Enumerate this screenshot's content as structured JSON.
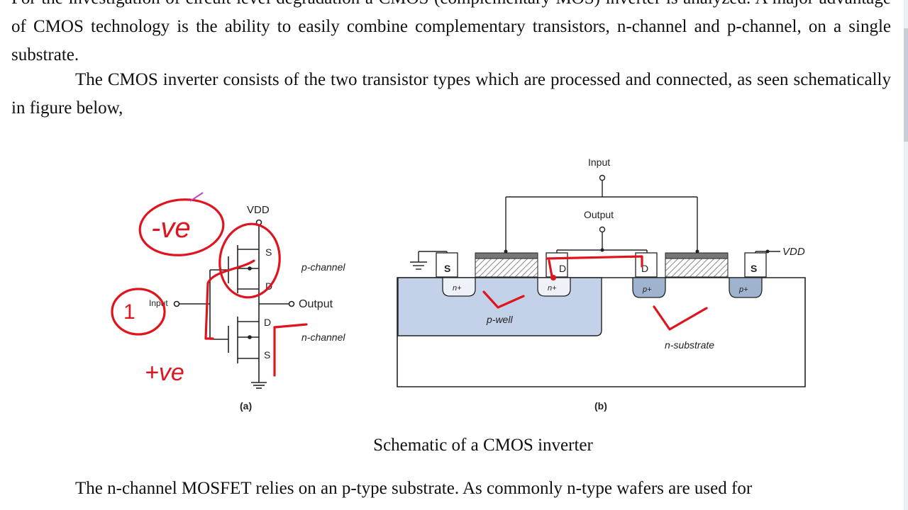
{
  "paragraphs": {
    "top_partial": "For the investigation of circuit level degradation a CMOS (complementary MOS) inverter is analyzed. A major advantage of CMOS technology is the ability to easily combine complementary transistors, n-channel and p-channel, on a single substrate.",
    "second": "The CMOS inverter consists of the two transistor types which are processed and connected, as seen schematically in figure below,",
    "bottom_partial": "The n-channel MOSFET relies on an p-type substrate. As commonly n-type wafers are used for"
  },
  "figure": {
    "left_panel": {
      "vdd_label": "VDD",
      "source_p_label": "S",
      "drain_p_label": "D",
      "p_channel_label": "p-channel",
      "input_label": "Input",
      "output_label": "Output",
      "drain_n_label": "D",
      "source_n_label": "S",
      "n_channel_label": "n-channel",
      "panel_label": "(a)"
    },
    "right_panel": {
      "input_label": "Input",
      "output_label": "Output",
      "vdd_label": "VDD",
      "s_left": "S",
      "d_left": "D",
      "d_right": "D",
      "s_right": "S",
      "n_plus_1": "n+",
      "n_plus_2": "n+",
      "p_plus_1": "p+",
      "p_plus_2": "p+",
      "p_well_label": "p-well",
      "n_substrate_label": "n-substrate",
      "panel_label": "(b)"
    },
    "annotations": {
      "minus_ve": "-ve",
      "plus_ve": "+ve",
      "one": "1",
      "handwriting_color": "#e0141e",
      "pen_mark_color": "#b04fc9"
    },
    "colors": {
      "p_well_fill": "#c3d2e8",
      "diffusion_fill": "#c3d2e8",
      "gate_hatch": "#8a8a8a"
    }
  },
  "caption": "Schematic of a CMOS inverter"
}
